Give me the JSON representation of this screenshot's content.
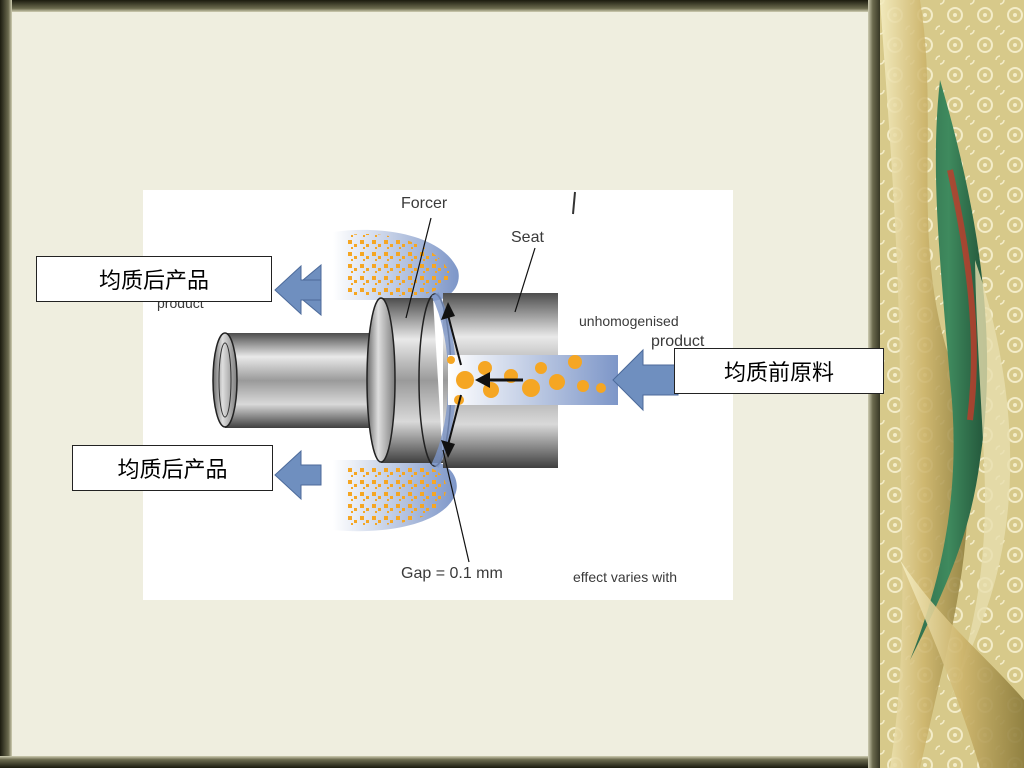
{
  "labels": {
    "output_top": "均质后产品",
    "output_bottom": "均质后产品",
    "input": "均质前原料"
  },
  "diagram": {
    "forcer_label": "Forcer",
    "seat_label": "Seat",
    "gap_label": "Gap = 0.1 mm",
    "product_top_label": "product",
    "unhomogenised_label": "unhomogenised",
    "product_right_label": "product",
    "effect_text": "effect varies with"
  },
  "colors": {
    "slide_background": "#efeedf",
    "particle": "#f5a623",
    "arrow": "#6f8fbf",
    "flow_blue": "#b9c9e6"
  }
}
